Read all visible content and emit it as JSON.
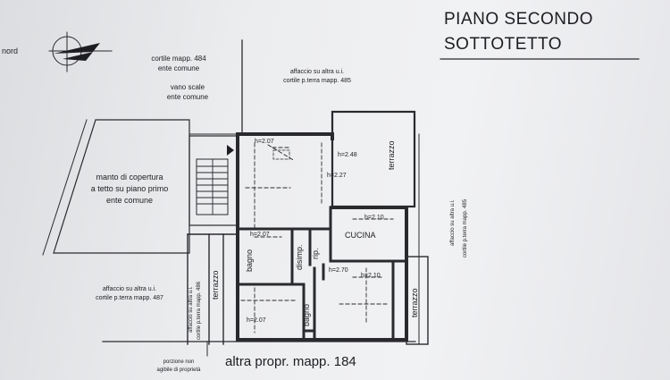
{
  "title_line1": "PIANO SECONDO",
  "title_line2": "SOTTOTETTO",
  "north_label": "nord",
  "cortile_484_line1": "cortile mapp. 484",
  "cortile_484_line2": "ente comune",
  "vano_scale_line1": "vano scale",
  "vano_scale_line2": "ente comune",
  "affaccio_485_top_line1": "affaccio su altra u.i.",
  "affaccio_485_top_line2": "cortile p.terra mapp. 485",
  "manto_line1": "manto di copertura",
  "manto_line2": "a tetto su piano primo",
  "manto_line3": "ente comune",
  "affaccio_487_line1": "affaccio su altra u.i.",
  "affaccio_487_line2": "cortile p.terra mapp. 487",
  "affaccio_486_line1": "affaccio su altra u.i.",
  "affaccio_486_line2": "cortile p.terra mapp. 486",
  "affaccio_485_right_line1": "affaccio su altra u.i.",
  "affaccio_485_right_line2": "cortile p.terra mapp. 485",
  "terrazzo_top": "terrazzo",
  "terrazzo_left": "terrazzo",
  "terrazzo_right": "terrazzo",
  "cucina": "CUCINA",
  "bagno_1": "bagno",
  "bagno_2": "bagno",
  "disimp": "disimp.",
  "rip": "rip.",
  "h_207_top": "h=2.07",
  "h_248": "h=2.48",
  "h_227": "h=2.27",
  "h_210_a": "h=2.10",
  "h_207_bagno": "h=2.07",
  "h_270": "h=2.70",
  "h_210_b": "h=2.10",
  "h_207_bottom": "h=2.07",
  "bottom_label": "altra propr. mapp. 184",
  "porzione_line1": "porzione non",
  "porzione_line2": "agibile di proprietà"
}
